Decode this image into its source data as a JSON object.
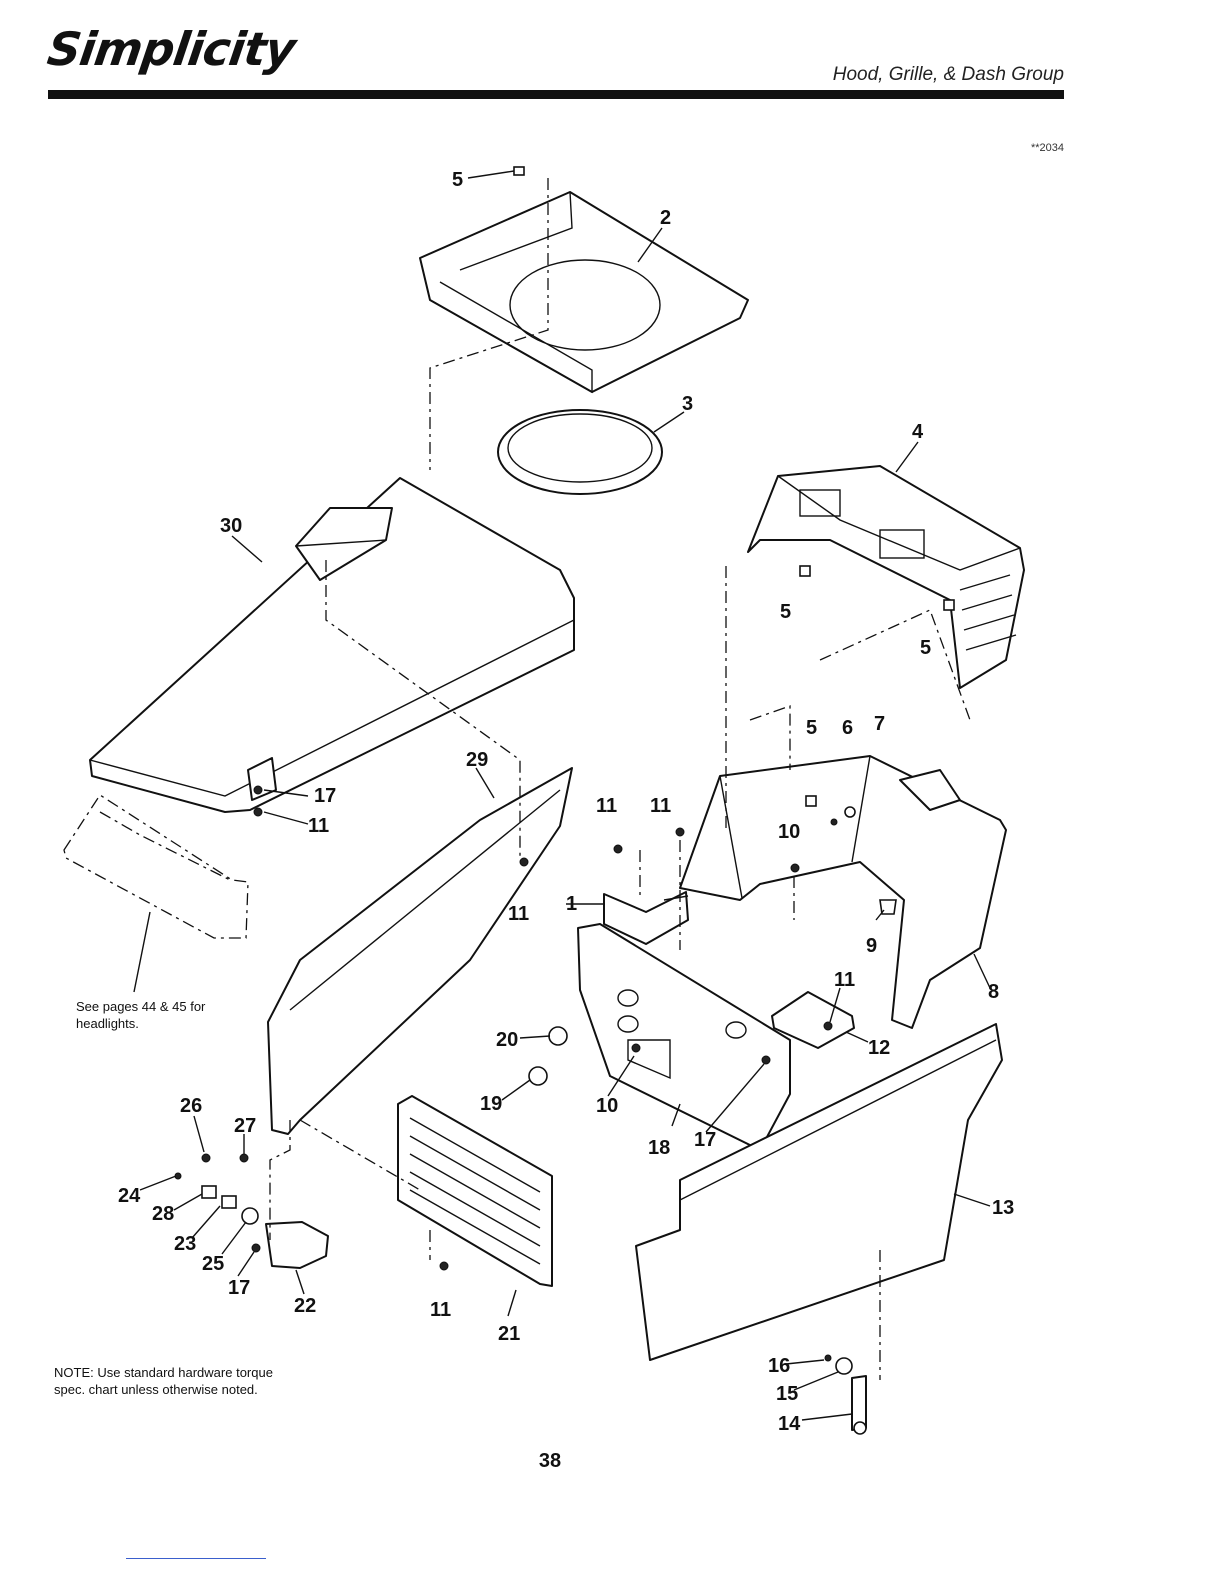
{
  "header": {
    "brand": "Simplicity",
    "section_title": "Hood, Grille, & Dash Group",
    "diagram_code": "**2034"
  },
  "diagram": {
    "callouts": [
      "5",
      "2",
      "3",
      "4",
      "30",
      "5",
      "5",
      "29",
      "17",
      "11",
      "11",
      "11",
      "5",
      "6",
      "7",
      "10",
      "1",
      "11",
      "9",
      "8",
      "11",
      "12",
      "20",
      "19",
      "10",
      "18",
      "17",
      "13",
      "26",
      "27",
      "24",
      "28",
      "23",
      "25",
      "17",
      "22",
      "11",
      "21",
      "16",
      "15",
      "14"
    ]
  },
  "notes": {
    "headlights": "See pages 44 & 45 for headlights.",
    "torque": "NOTE: Use standard hardware torque spec. chart unless otherwise noted."
  },
  "footer": {
    "page_number": "38"
  }
}
